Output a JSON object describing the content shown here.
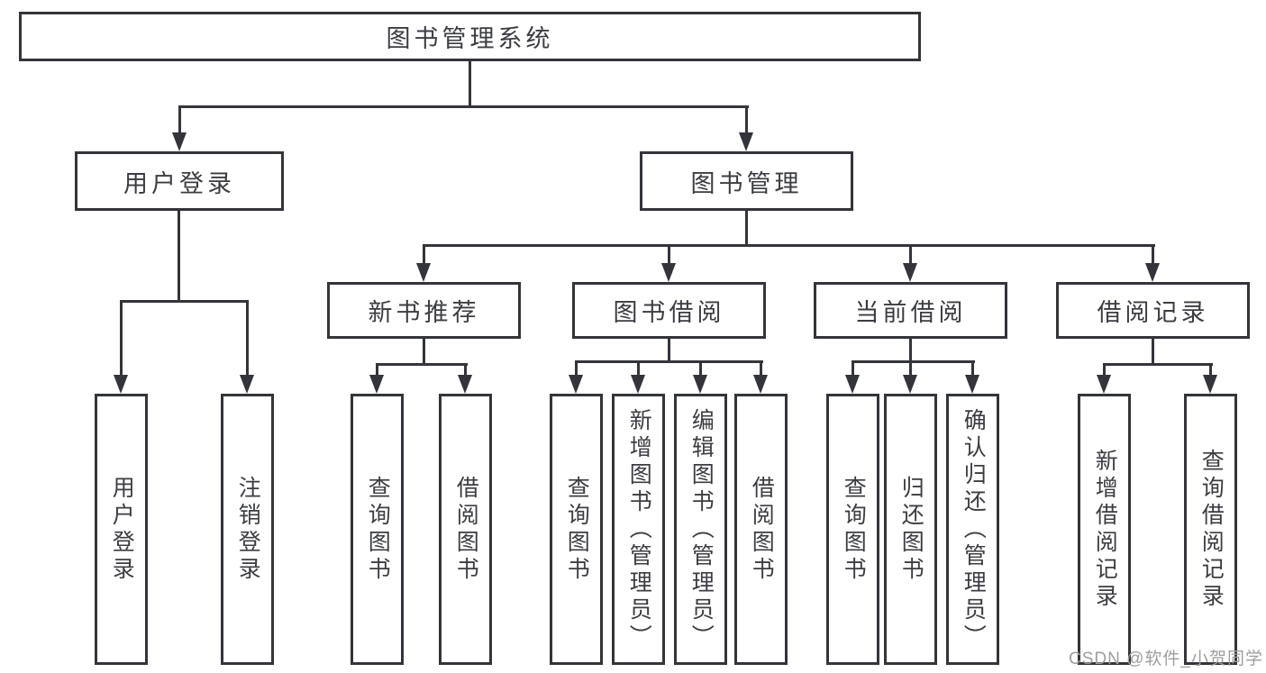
{
  "colors": {
    "line": "#33353a",
    "text": "#3b3d42",
    "background": "#ffffff",
    "watermark": "#9e9e9e"
  },
  "tree": {
    "label": "图书管理系统",
    "children": [
      {
        "label": "用户登录",
        "children": [
          {
            "label": "用户登录"
          },
          {
            "label": "注销登录"
          }
        ]
      },
      {
        "label": "图书管理",
        "children": [
          {
            "label": "新书推荐",
            "children": [
              {
                "label": "查询图书"
              },
              {
                "label": "借阅图书"
              }
            ]
          },
          {
            "label": "图书借阅",
            "children": [
              {
                "label": "查询图书"
              },
              {
                "label": "新增图书（管理员）"
              },
              {
                "label": "编辑图书（管理员）"
              },
              {
                "label": "借阅图书"
              }
            ]
          },
          {
            "label": "当前借阅",
            "children": [
              {
                "label": "查询图书"
              },
              {
                "label": "归还图书"
              },
              {
                "label": "确认归还（管理员）"
              }
            ]
          },
          {
            "label": "借阅记录",
            "children": [
              {
                "label": "新增借阅记录"
              },
              {
                "label": "查询借阅记录"
              }
            ]
          }
        ]
      }
    ]
  },
  "watermark": {
    "text": "CSDN @软件_小贺同学"
  }
}
